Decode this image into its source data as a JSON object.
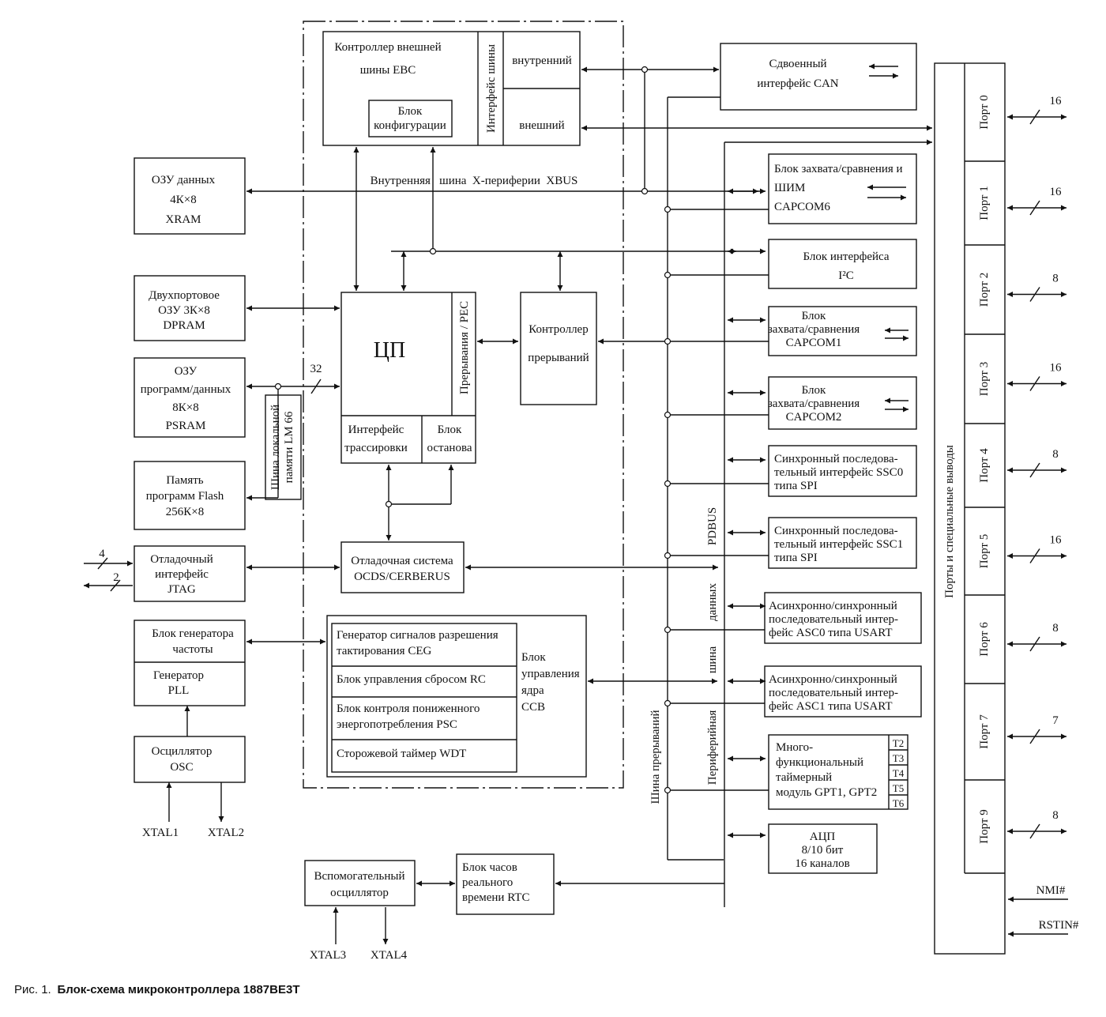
{
  "colors": {
    "line": "#111111",
    "background": "#ffffff"
  },
  "blocks": {
    "ebc": [
      "Контроллер внешней",
      "шины EBC"
    ],
    "ebc_config": [
      "Блок",
      "конфигурации"
    ],
    "ebc_bus_if": "Интерфейс шины",
    "ebc_internal": "внутренний",
    "ebc_external": "внешний",
    "can": [
      "Сдвоенный",
      "интерфейс CAN"
    ],
    "xram": [
      "ОЗУ данных",
      "4К×8",
      "XRAM"
    ],
    "dpram": [
      "Двухпортовое",
      "ОЗУ 3К×8",
      "DPRAM"
    ],
    "psram": [
      "ОЗУ",
      "программ/данных",
      "8К×8",
      "PSRAM"
    ],
    "flash": [
      "Память",
      "программ Flash",
      "256К×8"
    ],
    "jtag": [
      "Отладочный",
      "интерфейс",
      "JTAG"
    ],
    "clkgen": [
      "Блок генератора",
      "частоты"
    ],
    "pll": [
      "Генератор",
      "PLL"
    ],
    "osc": [
      "Осциллятор",
      "OSC"
    ],
    "cpu": "ЦП",
    "cpu_pec": "Прерывания / PEC",
    "cpu_trace": [
      "Интерфейс",
      "трассировки"
    ],
    "cpu_stop": [
      "Блок",
      "останова"
    ],
    "intctrl": [
      "Контроллер",
      "прерываний"
    ],
    "ocds": [
      "Отладочная система",
      "OCDS/CERBERUS"
    ],
    "ccb_items": [
      [
        "Генератор сигналов разрешения",
        "тактирования CEG"
      ],
      [
        "Блок управления сбросом RC"
      ],
      [
        "Блок контроля пониженного",
        "энергопотребления PSC"
      ],
      [
        "Сторожевой таймер WDT"
      ]
    ],
    "ccb_label": [
      "Блок",
      "управления",
      "ядра",
      "CCB"
    ],
    "aux_osc": [
      "Вспомогательный",
      "осциллятор"
    ],
    "rtc": [
      "Блок часов",
      "реального",
      "времени RTC"
    ],
    "capcom6": [
      "Блок захвата/сравнения и",
      "ШИМ",
      "CAPCOM6"
    ],
    "i2c": [
      "Блок интерфейса",
      "I²C"
    ],
    "capcom1": [
      "Блок",
      "захвата/сравнения",
      "CAPCOM1"
    ],
    "capcom2": [
      "Блок",
      "захвата/сравнения",
      "CAPCOM2"
    ],
    "ssc0": [
      "Синхронный последова-",
      "тельный интерфейс SSC0",
      "типа SPI"
    ],
    "ssc1": [
      "Синхронный последова-",
      "тельный интерфейс SSC1",
      "типа SPI"
    ],
    "asc0": [
      "Асинхронно/синхронный",
      "последовательный интер-",
      "фейс ASC0 типа USART"
    ],
    "asc1": [
      "Асинхронно/синхронный",
      "последовательный интер-",
      "фейс ASC1 типа USART"
    ],
    "gpt": [
      "Много-",
      "функциональный",
      "таймерный",
      "модуль GPT1, GPT2"
    ],
    "gpt_timers": [
      "T2",
      "T3",
      "T4",
      "T5",
      "T6"
    ],
    "adc": [
      "АЦП",
      "8/10 бит",
      "16 каналов"
    ],
    "ports_label": "Порты и специальные выводы"
  },
  "buses": {
    "xbus": "Внутренняя   шина  X-периферии  XBUS",
    "lm": [
      "Шина локальной",
      "памяти LM 66"
    ],
    "lm_width": "32",
    "pdbus": "PDBUS",
    "periph": [
      "Периферийная",
      "шина",
      "данных"
    ],
    "intbus": "Шина прерываний"
  },
  "ports": [
    {
      "name": "Порт 0",
      "width": "16"
    },
    {
      "name": "Порт 1",
      "width": "16"
    },
    {
      "name": "Порт 2",
      "width": "8"
    },
    {
      "name": "Порт 3",
      "width": "16"
    },
    {
      "name": "Порт 4",
      "width": "8"
    },
    {
      "name": "Порт 5",
      "width": "16"
    },
    {
      "name": "Порт 6",
      "width": "8"
    },
    {
      "name": "Порт 7",
      "width": "7"
    },
    {
      "name": "Порт 9",
      "width": "8"
    }
  ],
  "pins": {
    "xtal1": "XTAL1",
    "xtal2": "XTAL2",
    "xtal3": "XTAL3",
    "xtal4": "XTAL4",
    "nmi": "NMI#",
    "rstin": "RSTIN#",
    "jtag_in": "4",
    "jtag_out": "2"
  },
  "caption": {
    "prefix": "Рис. 1.",
    "title": "Блок-схема микроконтроллера 1887ВЕ3Т"
  }
}
